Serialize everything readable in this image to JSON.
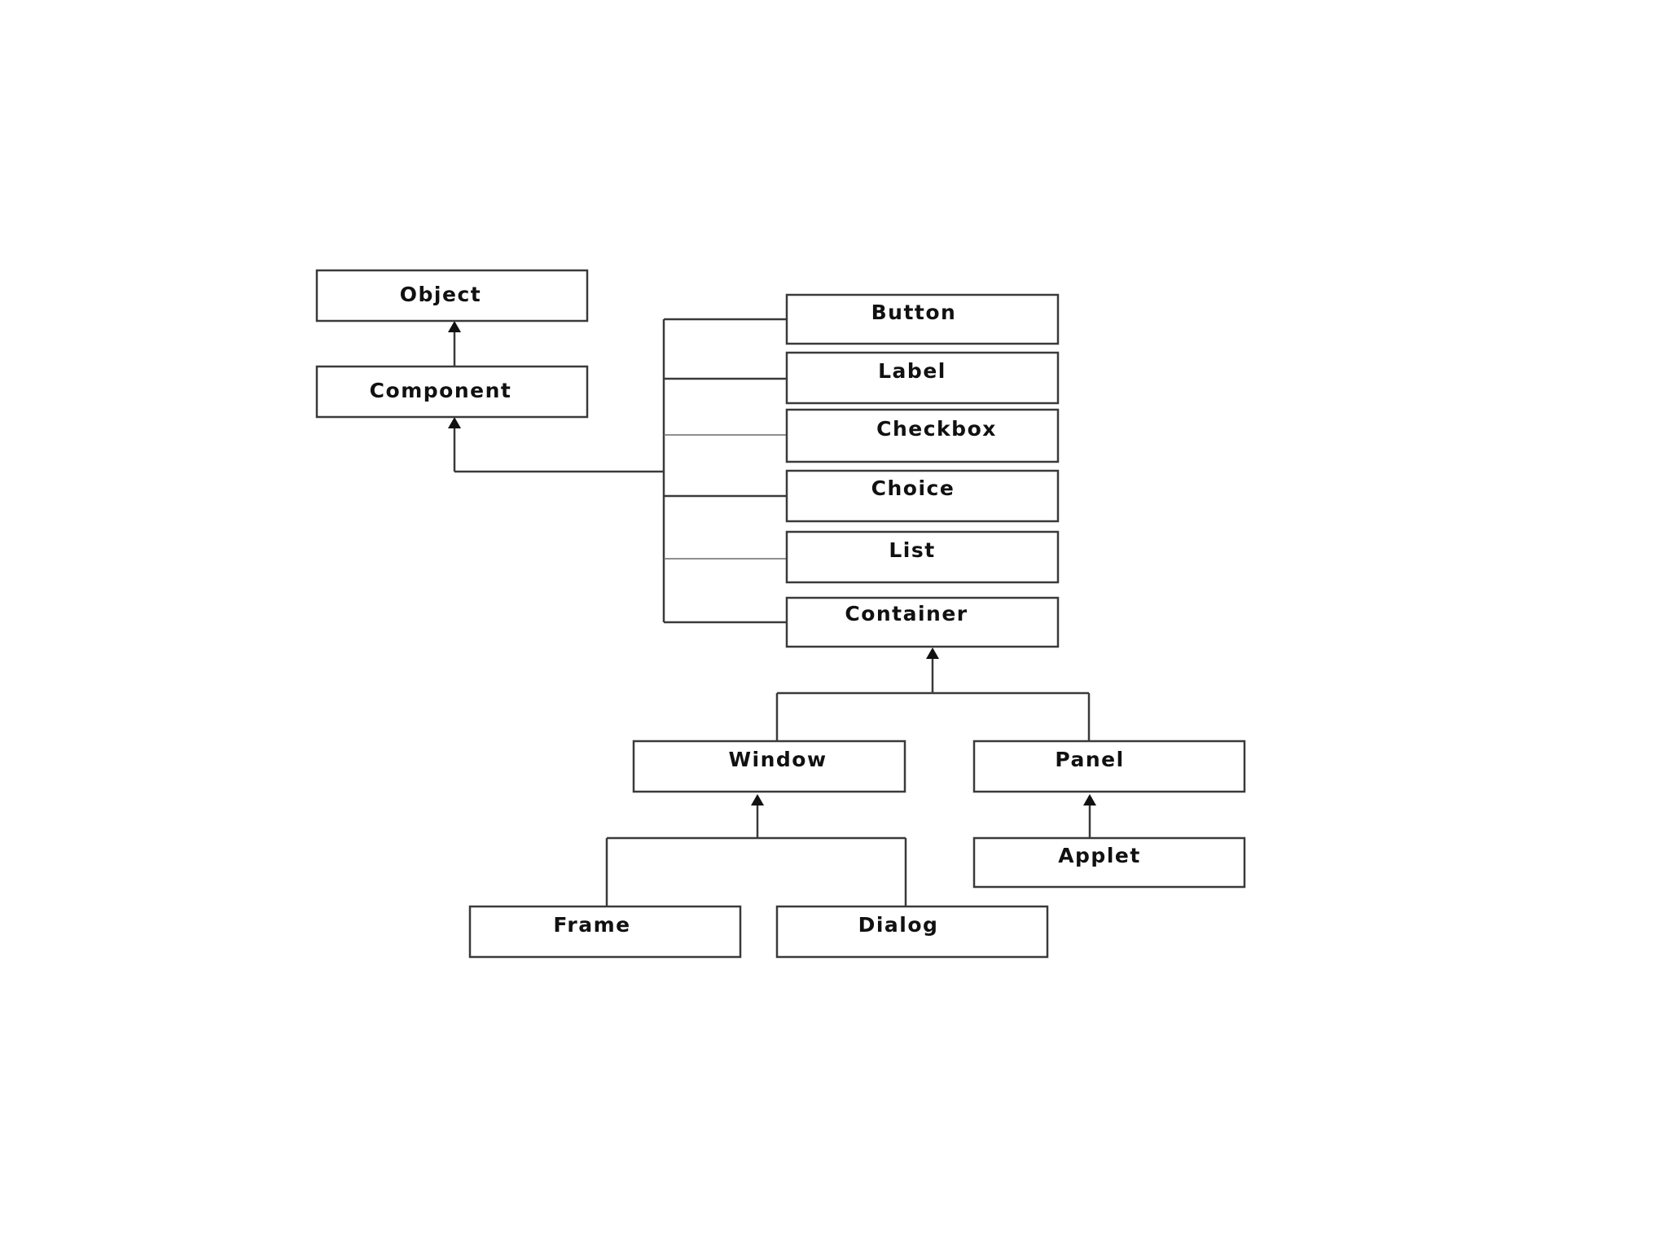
{
  "diagram": {
    "nodes": {
      "object": "Object",
      "component": "Component",
      "button": "Button",
      "label": "Label",
      "checkbox": "Checkbox",
      "choice": "Choice",
      "list": "List",
      "container": "Container",
      "window": "Window",
      "panel": "Panel",
      "frame": "Frame",
      "dialog": "Dialog",
      "applet": "Applet"
    },
    "edges": [
      {
        "from": "component",
        "to": "object"
      },
      {
        "from": "button",
        "to": "component"
      },
      {
        "from": "label",
        "to": "component"
      },
      {
        "from": "checkbox",
        "to": "component"
      },
      {
        "from": "choice",
        "to": "component"
      },
      {
        "from": "list",
        "to": "component"
      },
      {
        "from": "container",
        "to": "component"
      },
      {
        "from": "window",
        "to": "container"
      },
      {
        "from": "panel",
        "to": "container"
      },
      {
        "from": "frame",
        "to": "window"
      },
      {
        "from": "dialog",
        "to": "window"
      },
      {
        "from": "applet",
        "to": "panel"
      }
    ]
  }
}
